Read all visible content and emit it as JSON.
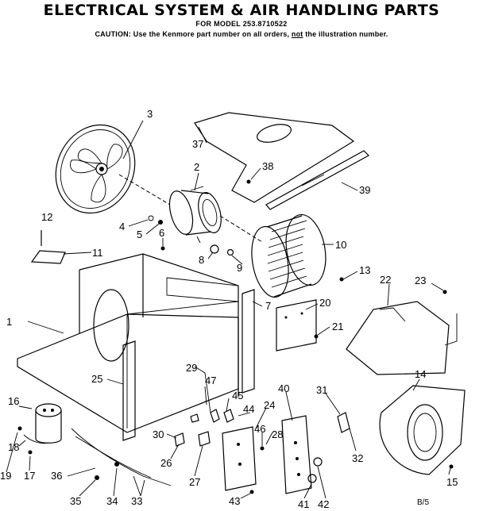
{
  "header": {
    "title": "ELECTRICAL SYSTEM & AIR HANDLING PARTS",
    "model": "FOR MODEL 253.8710522",
    "caution_pre": "CAUTION: Use the Kenmore part number on all orders, ",
    "caution_not": "not",
    "caution_post": " the illustration number."
  },
  "callouts": [
    "1",
    "2",
    "3",
    "4",
    "5",
    "6",
    "7",
    "8",
    "9",
    "10",
    "11",
    "12",
    "13",
    "14",
    "15",
    "16",
    "17",
    "18",
    "19",
    "20",
    "21",
    "22",
    "23",
    "24",
    "25",
    "26",
    "27",
    "28",
    "29",
    "30",
    "31",
    "32",
    "33",
    "34",
    "35",
    "36",
    "37",
    "38",
    "39",
    "40",
    "41",
    "42",
    "43",
    "44",
    "45",
    "46",
    "47"
  ],
  "page_mark": "B/5",
  "icons": {
    "fan-blade": "propeller",
    "motor": "cylinder",
    "blower-wheel": "squirrel-cage",
    "blower-housing": "scroll-housing",
    "capacitor": "canister"
  }
}
